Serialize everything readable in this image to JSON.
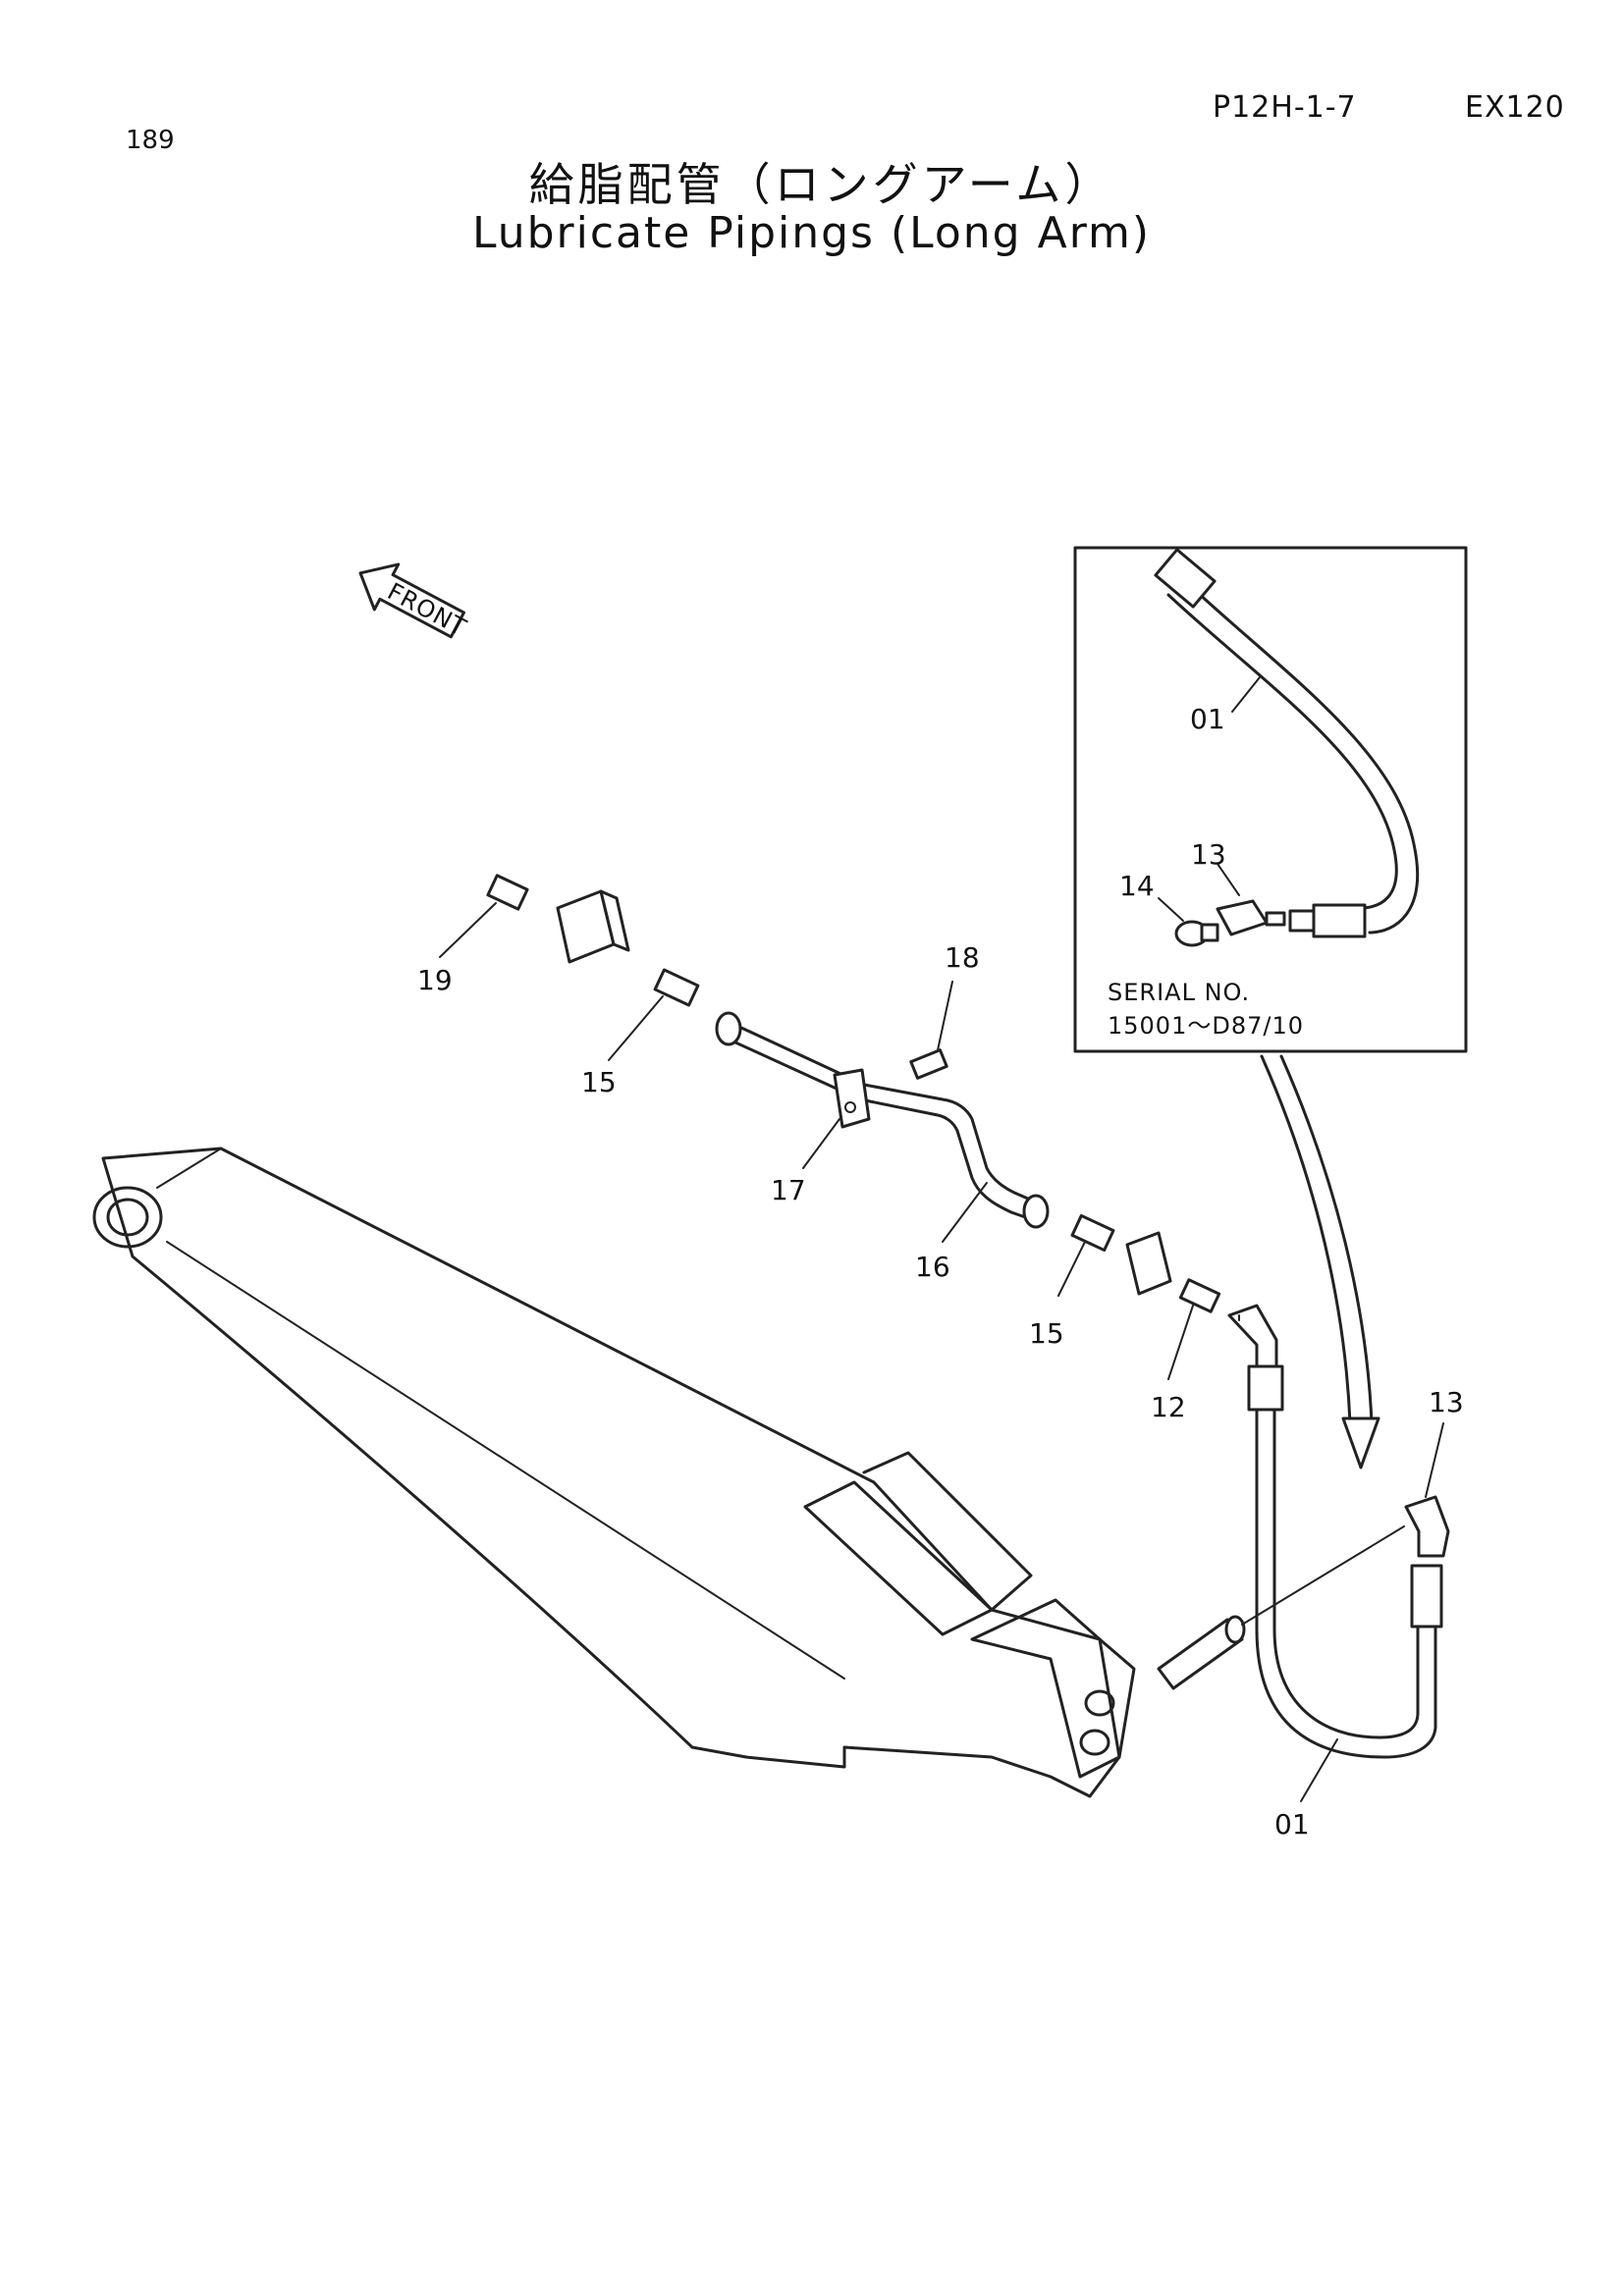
{
  "header": {
    "page_number": "189",
    "page_code": "P12H-1-7",
    "model": "EX120",
    "title_jp": "給脂配管（ロングアーム）",
    "title_en": "Lubricate Pipings (Long Arm)"
  },
  "diagram": {
    "direction_label": "FRONT",
    "inset_note": {
      "line1": "SERIAL  NO.",
      "line2": "15001～D87/10"
    },
    "callouts": {
      "inset_01": "01",
      "inset_13": "13",
      "inset_14": "14",
      "c19": "19",
      "c15a": "15",
      "c18": "18",
      "c17": "17",
      "c16": "16",
      "c15b": "15",
      "c12": "12",
      "c13": "13",
      "c01": "01"
    }
  }
}
